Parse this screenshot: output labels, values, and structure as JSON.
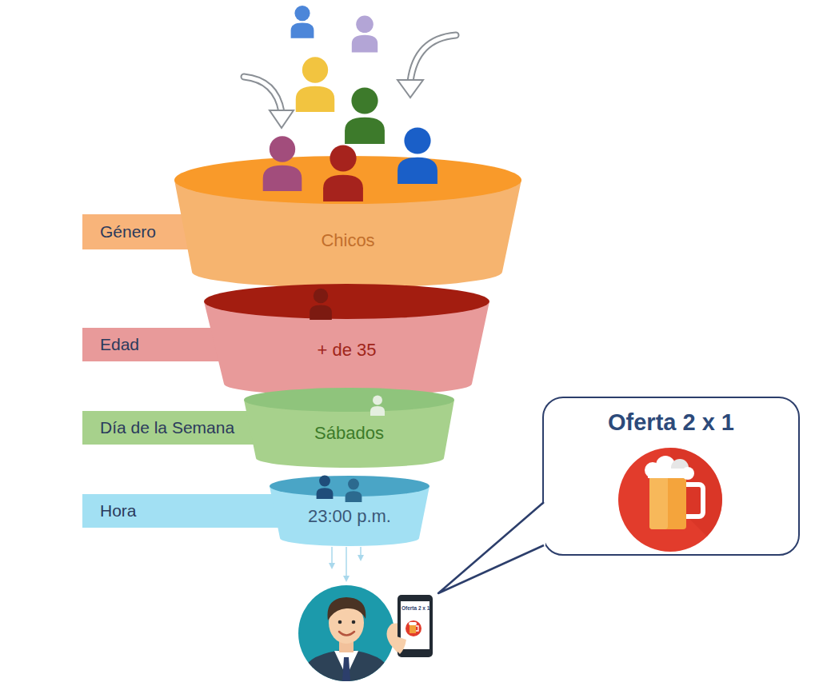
{
  "diagram": {
    "nodes": [
      {
        "text": [
          "Género"
        ]
      },
      {
        "text": [
          "Chicos"
        ]
      },
      {
        "text": [
          "Edad"
        ]
      },
      {
        "text": [
          "+ de 35"
        ]
      },
      {
        "text": [
          "Día de la Semana"
        ]
      },
      {
        "text": [
          "Sábados"
        ]
      },
      {
        "text": [
          "Hora"
        ]
      },
      {
        "text": [
          "23:00 p.m."
        ]
      },
      {
        "text": [
          "Oferta 2 x 1"
        ]
      }
    ],
    "labels": [
      "Oferta 2 x 1"
    ]
  }
}
